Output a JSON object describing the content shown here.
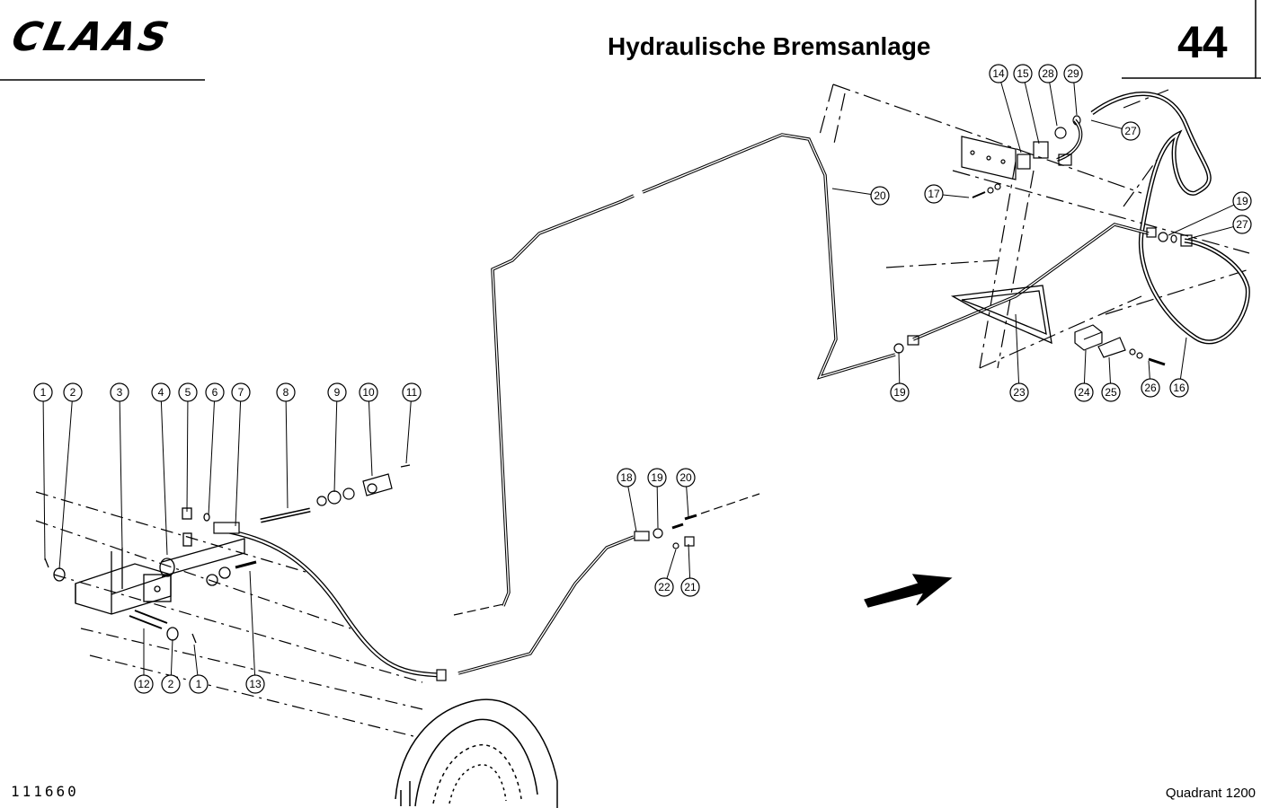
{
  "header": {
    "brand": "CLAAS",
    "title": "Hydraulische Bremsanlage",
    "page_number": "44"
  },
  "footer": {
    "drawing_number": "111660",
    "model": "Quadrant 1200"
  },
  "callouts": [
    "1",
    "2",
    "3",
    "4",
    "5",
    "6",
    "7",
    "8",
    "9",
    "10",
    "11",
    "12",
    "2",
    "1",
    "13",
    "18",
    "19",
    "20",
    "22",
    "21",
    "20",
    "14",
    "15",
    "28",
    "29",
    "27",
    "17",
    "19",
    "27",
    "19",
    "23",
    "24",
    "25",
    "26",
    "16"
  ]
}
